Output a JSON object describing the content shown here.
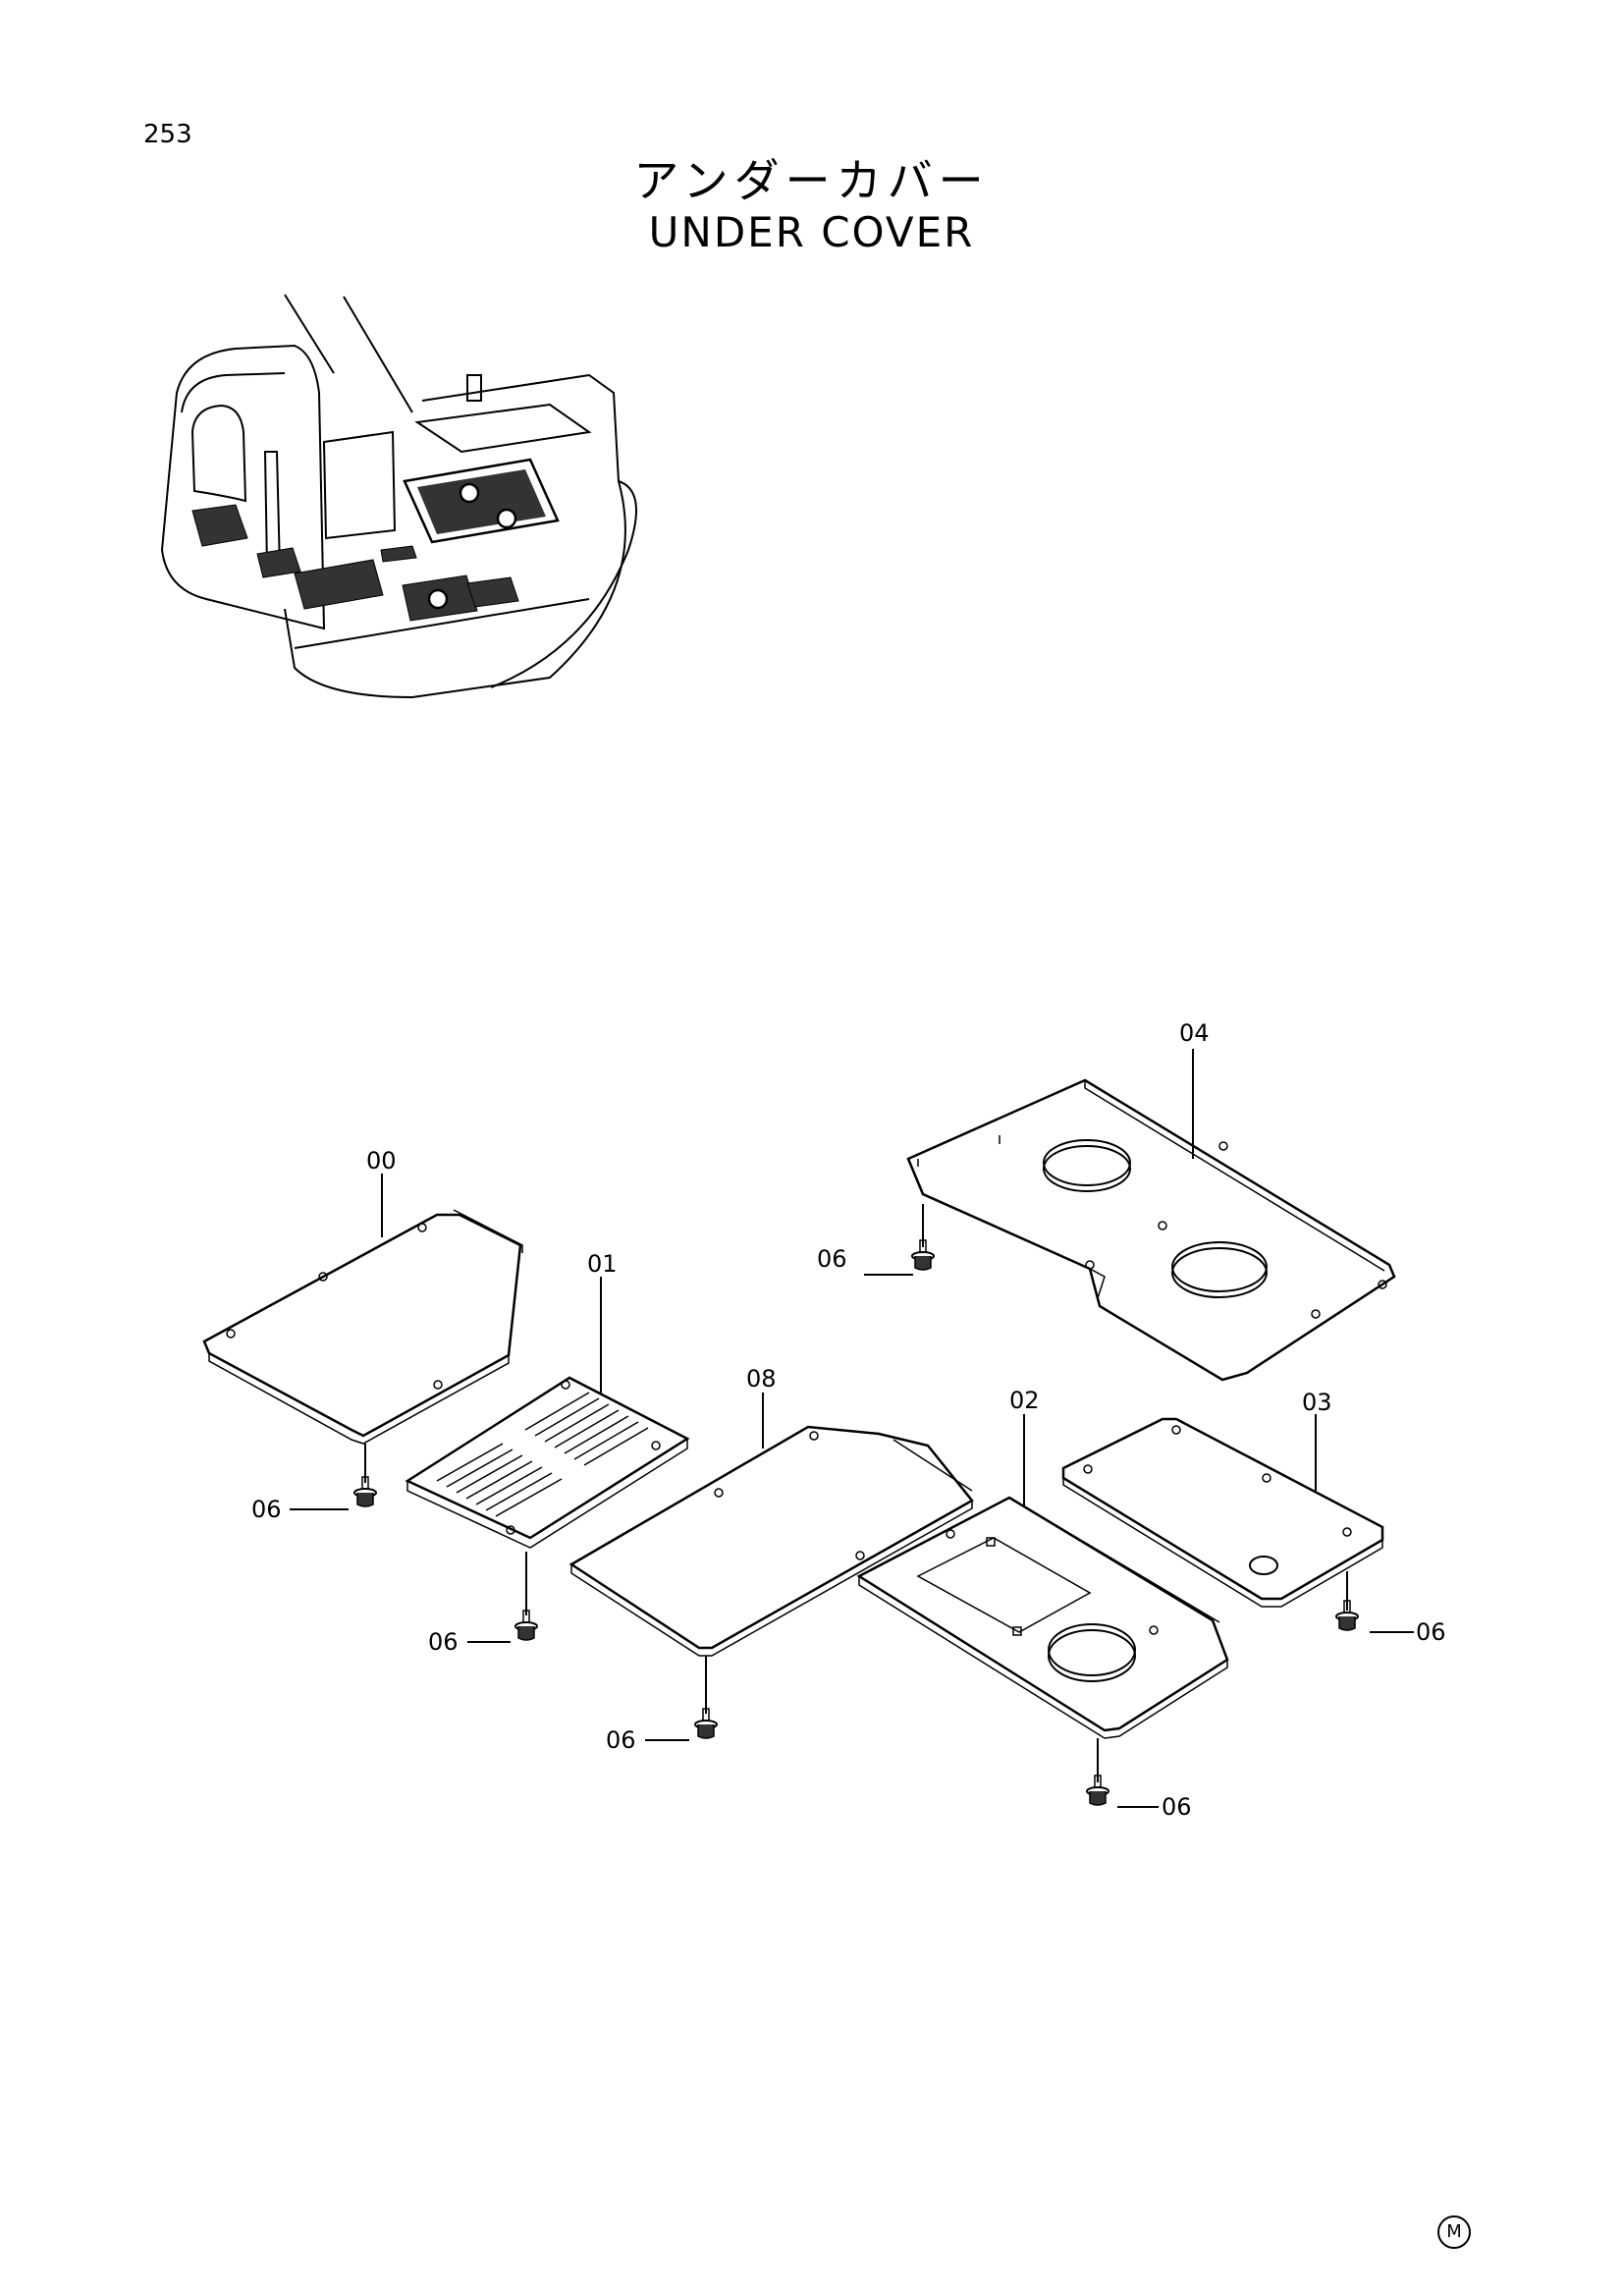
{
  "page_number": "253",
  "title_jp": "アンダーカバー",
  "title_en": "UNDER COVER",
  "callouts": {
    "c00": "00",
    "c01": "01",
    "c02": "02",
    "c03": "03",
    "c04": "04",
    "c08": "08",
    "c06": "06"
  },
  "mark": "M"
}
